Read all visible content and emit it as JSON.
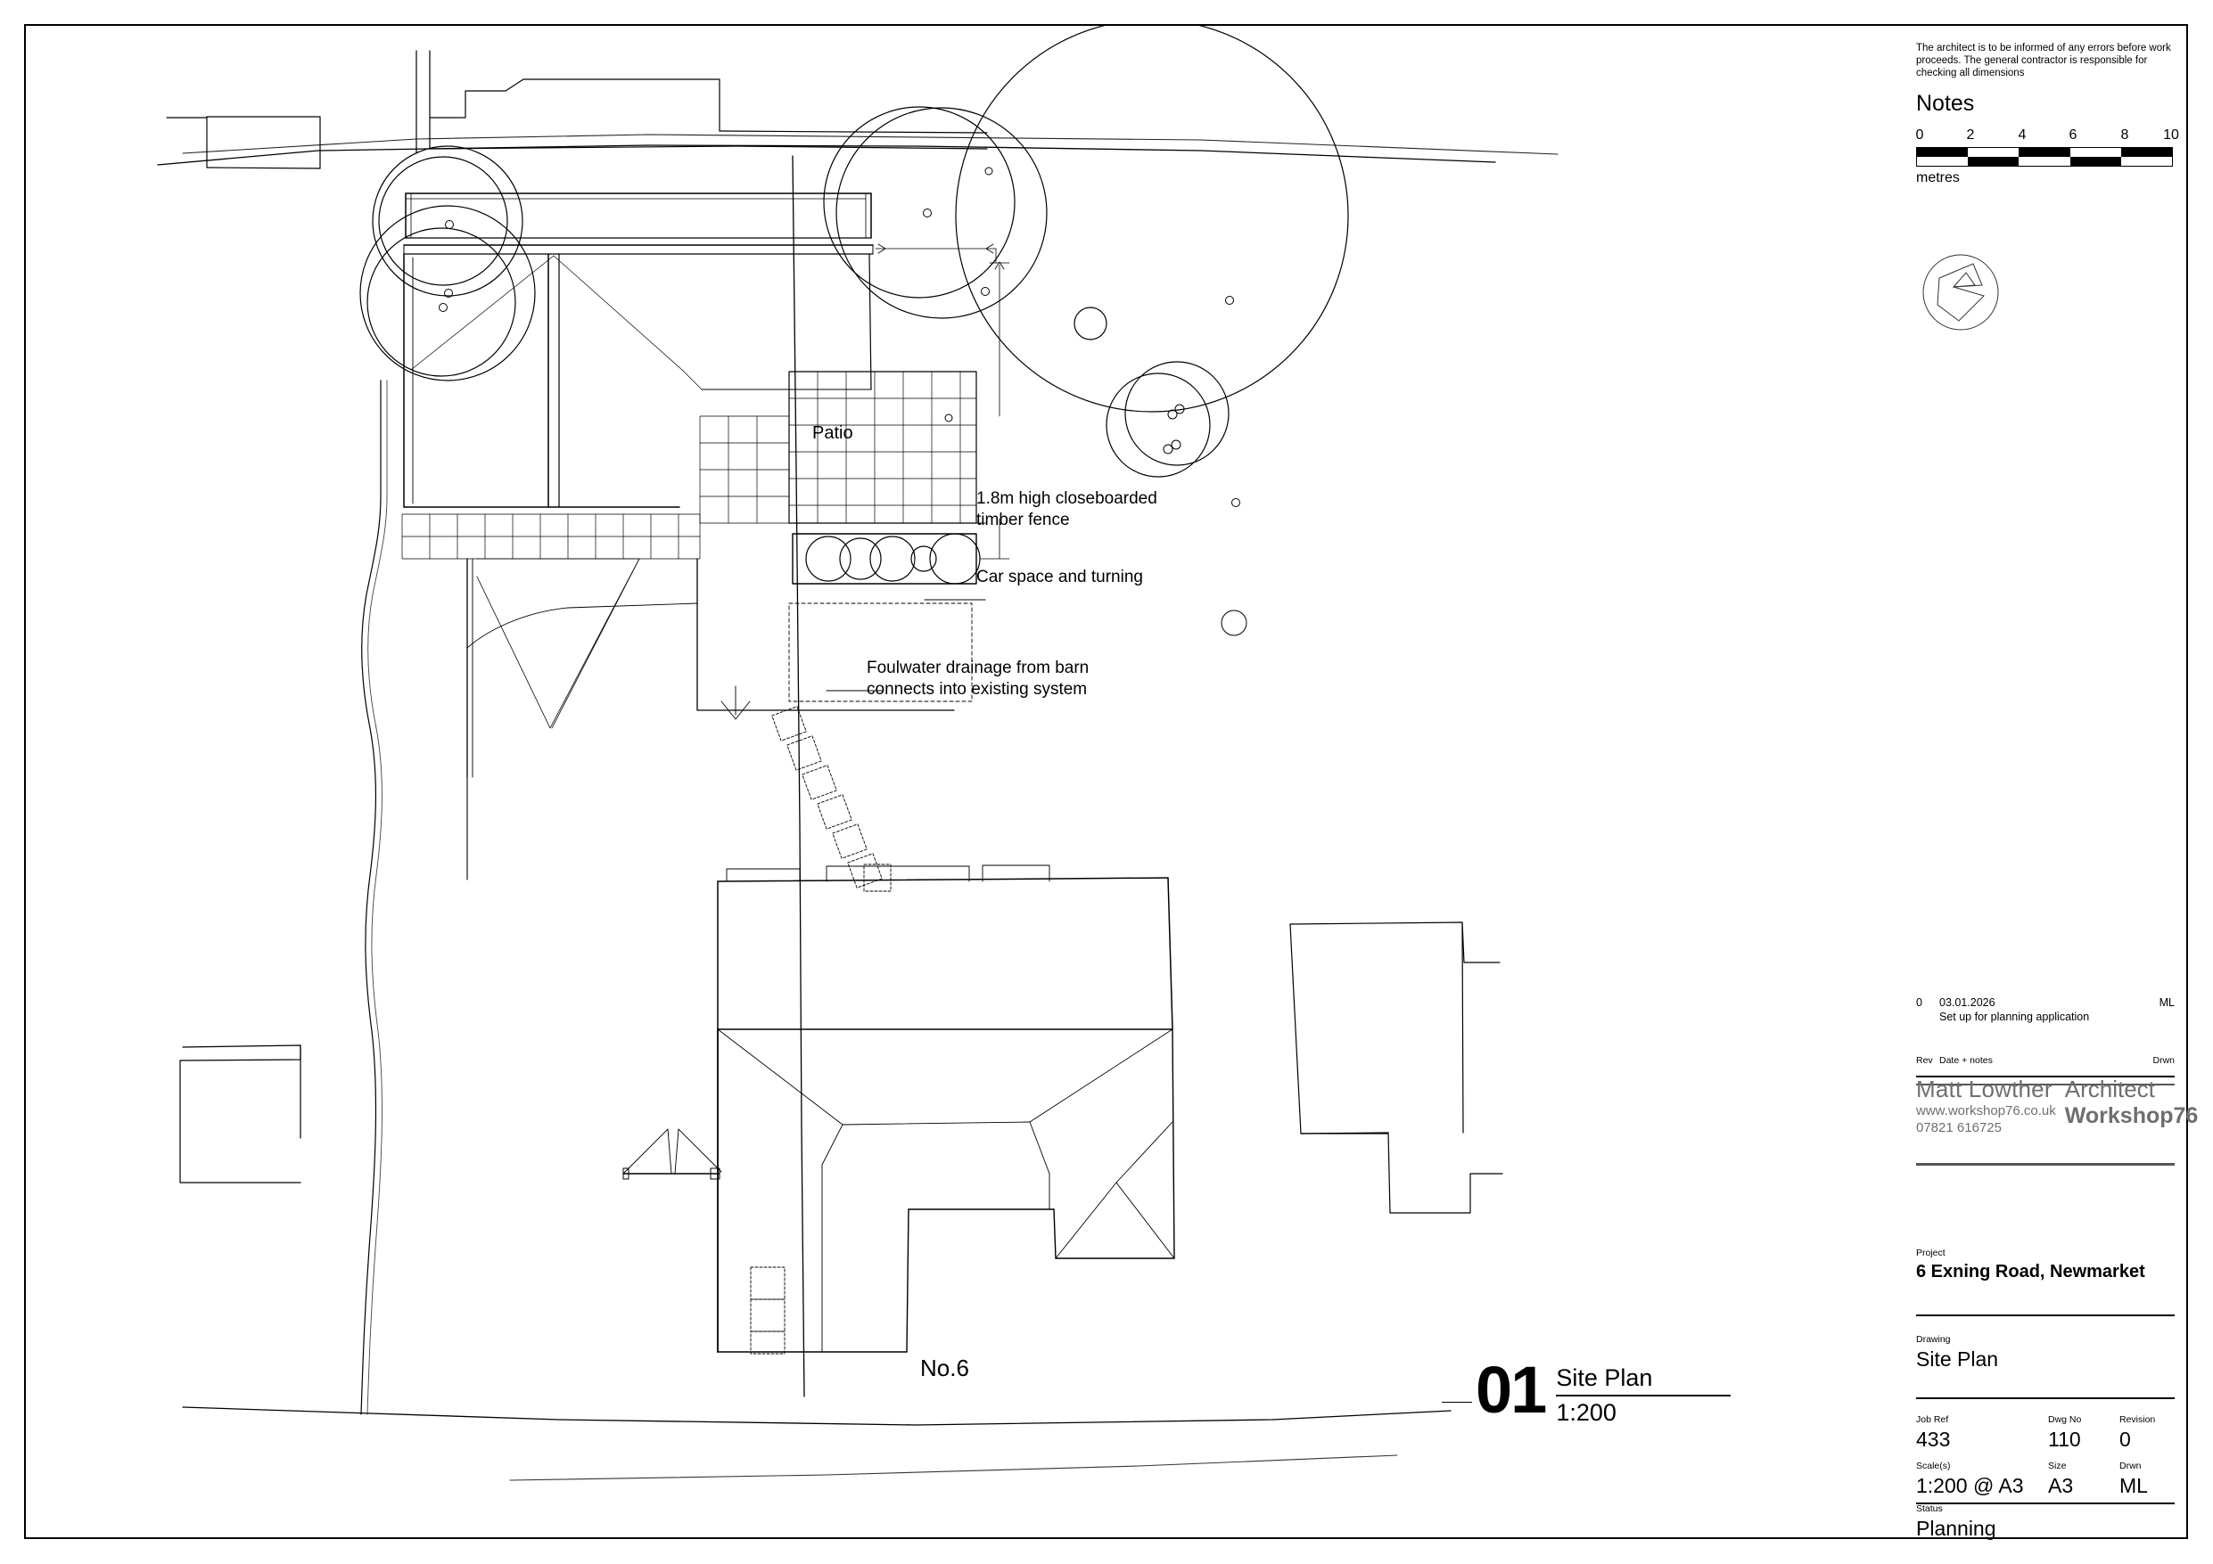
{
  "sheet": {
    "size": "A3",
    "orientation": "landscape"
  },
  "notes": {
    "disclaimer": "The architect is to be informed of any errors before work proceeds. The general contractor is responsible for checking all dimensions",
    "heading": "Notes"
  },
  "scalebar": {
    "ticks": [
      "0",
      "2",
      "4",
      "6",
      "8",
      "10"
    ],
    "units": "metres"
  },
  "logo": {
    "name": "workshop76-logo-mark"
  },
  "drawing_annotations": {
    "patio": "Patio",
    "fence": "1.8m high closeboarded\ntimber fence",
    "car_space": "Car space and turning",
    "foulwater": "Foulwater drainage from barn\nconnects into existing system",
    "house_number": "No.6"
  },
  "drawing_title": {
    "number": "01",
    "name": "Site Plan",
    "scale": "1:200"
  },
  "revisions": {
    "rows": [
      {
        "rev": "0",
        "date": "03.01.2026",
        "notes": "Set up for planning application",
        "drawn": "ML"
      }
    ],
    "headers": {
      "rev": "Rev",
      "date_notes": "Date + notes",
      "drawn": "Drwn"
    }
  },
  "practice": {
    "name": "Matt Lowther",
    "role": "Architect",
    "website": "www.workshop76.co.uk",
    "phone": "07821 616725",
    "studio": "Workshop76"
  },
  "fields": {
    "project_label": "Project",
    "project_value": "6 Exning Road, Newmarket",
    "drawing_label": "Drawing",
    "drawing_value": "Site Plan",
    "job_ref_label": "Job Ref",
    "job_ref_value": "433",
    "dwg_no_label": "Dwg No",
    "dwg_no_value": "110",
    "revision_label": "Revision",
    "revision_value": "0",
    "scales_label": "Scale(s)",
    "scales_value": "1:200 @ A3",
    "size_label": "Size",
    "size_value": "A3",
    "drawn_label": "Drwn",
    "drawn_value": "ML",
    "status_label": "Status",
    "status_value": "Planning"
  },
  "colors": {
    "ink": "#000000",
    "grey_brand": "#6f6f6f",
    "rule": "#555555"
  }
}
